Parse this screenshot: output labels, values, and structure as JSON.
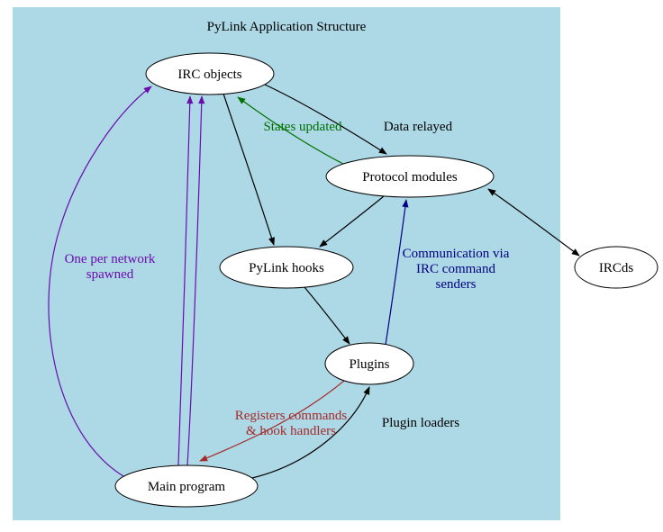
{
  "title": "PyLink Application Structure",
  "colors": {
    "cluster_bg": "#add8e6",
    "node_fill": "#ffffff",
    "node_stroke": "#000000",
    "black": "#000000",
    "green": "#007000",
    "purple": "#6a0dad",
    "navy": "#000080",
    "brown": "#a52a2a"
  },
  "nodes": {
    "irc_objects": {
      "label": "IRC objects"
    },
    "protocol_modules": {
      "label": "Protocol modules"
    },
    "pylink_hooks": {
      "label": "PyLink hooks"
    },
    "plugins": {
      "label": "Plugins"
    },
    "main_program": {
      "label": "Main program"
    },
    "ircds": {
      "label": "IRCds"
    }
  },
  "edge_labels": {
    "data_relayed": "Data relayed",
    "states_updated": "States updated",
    "one_per_network": [
      "One per network",
      "spawned"
    ],
    "communication": [
      "Communication via",
      "IRC command",
      "senders"
    ],
    "registers": [
      "Registers commands",
      "& hook handlers"
    ],
    "plugin_loaders": "Plugin loaders"
  }
}
